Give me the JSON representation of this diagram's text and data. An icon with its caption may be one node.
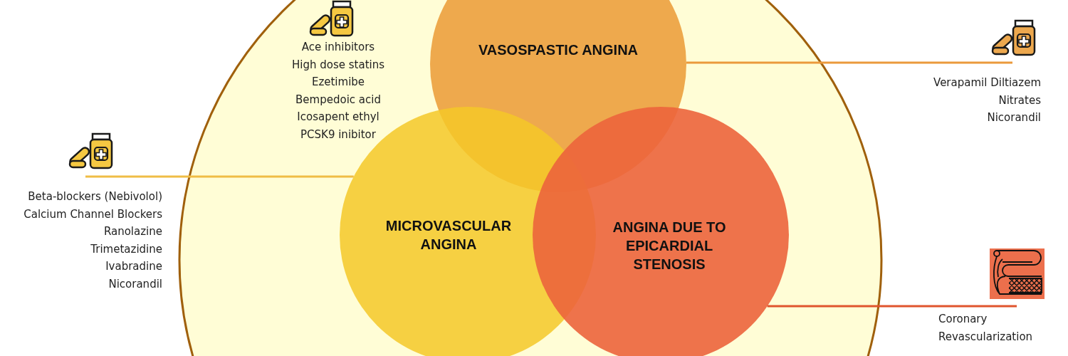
{
  "diagram": {
    "nodes": [
      {
        "text": [],
        "shape": "circle"
      },
      {
        "text": [
          "VASOSPASTIC ANGINA"
        ],
        "in": 0
      },
      {
        "text": [
          "MICROVASCULAR ANGINA"
        ],
        "in": 0
      },
      {
        "text": [
          "ANGINA DUE TO EPICARDIAL STENOSIS"
        ],
        "in": 0
      },
      {
        "text": [
          "Beta-blockers (Nebivolol)",
          "Calcium Channel Blockers",
          "Ranolazine",
          "Trimetazidine",
          "Ivabradine",
          "Nicorandil"
        ]
      },
      {
        "text": [
          "Verapamil Diltiazem",
          "Nitrates",
          "Nicorandil"
        ]
      },
      {
        "text": [
          "Coronary Revascularization"
        ]
      }
    ],
    "edges": [
      {
        "from": 4,
        "to": 2,
        "arrow": "none",
        "color": "#f0bd45"
      },
      {
        "from": 5,
        "to": 1,
        "arrow": "none",
        "color": "#eb9a3c"
      },
      {
        "from": 6,
        "to": 3,
        "arrow": "none",
        "color": "#e0552e"
      }
    ],
    "labels": [
      "Ace inhibitors",
      "High dose statins",
      "Ezetimibe",
      "Bempedoic acid",
      "Icosapent ethyl",
      "PCSK9 inibitor"
    ]
  }
}
